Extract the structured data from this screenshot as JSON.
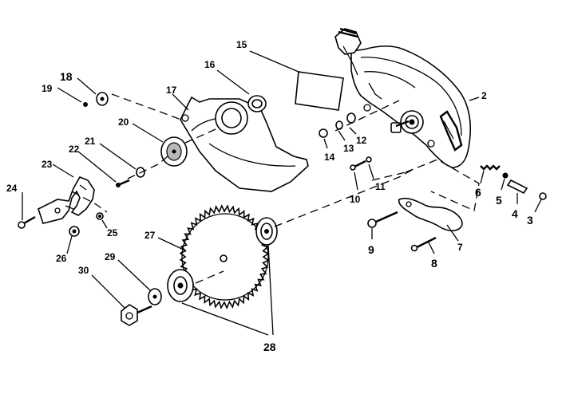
{
  "diagram": {
    "callouts": [
      {
        "id": "c2",
        "text": "2"
      },
      {
        "id": "c3",
        "text": "3"
      },
      {
        "id": "c4",
        "text": "4"
      },
      {
        "id": "c5",
        "text": "5"
      },
      {
        "id": "c6",
        "text": "6"
      },
      {
        "id": "c7",
        "text": "7"
      },
      {
        "id": "c8",
        "text": "8"
      },
      {
        "id": "c9",
        "text": "9"
      },
      {
        "id": "c10",
        "text": "10"
      },
      {
        "id": "c11",
        "text": "11"
      },
      {
        "id": "c12",
        "text": "12"
      },
      {
        "id": "c13",
        "text": "13"
      },
      {
        "id": "c14",
        "text": "14"
      },
      {
        "id": "c15",
        "text": "15"
      },
      {
        "id": "c16",
        "text": "16"
      },
      {
        "id": "c17",
        "text": "17"
      },
      {
        "id": "c18",
        "text": "18"
      },
      {
        "id": "c19",
        "text": "19"
      },
      {
        "id": "c20",
        "text": "20"
      },
      {
        "id": "c21",
        "text": "21"
      },
      {
        "id": "c22",
        "text": "22"
      },
      {
        "id": "c23",
        "text": "23"
      },
      {
        "id": "c24",
        "text": "24"
      },
      {
        "id": "c25",
        "text": "25"
      },
      {
        "id": "c26",
        "text": "26"
      },
      {
        "id": "c27",
        "text": "27"
      },
      {
        "id": "c28",
        "text": "28"
      },
      {
        "id": "c29",
        "text": "29"
      },
      {
        "id": "c30",
        "text": "30"
      }
    ]
  }
}
